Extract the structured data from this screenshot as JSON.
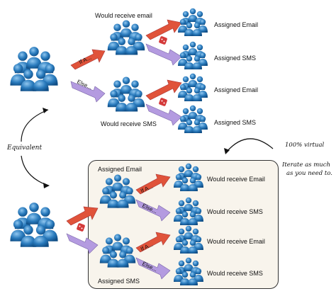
{
  "top": {
    "would_receive_email": "Would receive email",
    "would_receive_sms": "Would receive SMS",
    "if_label": "If A...",
    "else_label": "Else...",
    "assigned_email_1": "Assigned Email",
    "assigned_sms_1": "Assigned SMS",
    "assigned_email_2": "Assigned Email",
    "assigned_sms_2": "Assigned SMS"
  },
  "middle": {
    "equivalent": "Equivalent",
    "virtual_note": "100% virtual",
    "iterate_note_1": "Iterate as much",
    "iterate_note_2": "as you need to."
  },
  "bottom": {
    "assigned_email": "Assigned Email",
    "assigned_sms": "Assigned SMS",
    "if_label_1": "If A...",
    "else_label_1": "Else...",
    "if_label_2": "If A...",
    "else_label_2": "Else...",
    "would_receive_email_1": "Would receive Email",
    "would_receive_sms_1": "Would receive SMS",
    "would_receive_email_2": "Would receive Email",
    "would_receive_sms_2": "Would receive SMS"
  },
  "colors": {
    "people_blue": "#1f6fae",
    "arrow_red": "#e0533a",
    "arrow_purple": "#b49be0",
    "box_fill": "#f8f4ec"
  },
  "icons": [
    "people-group-icon",
    "dice-icon"
  ]
}
